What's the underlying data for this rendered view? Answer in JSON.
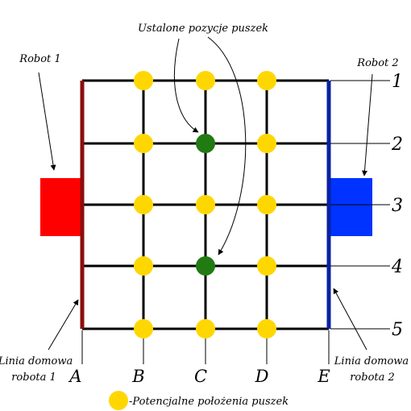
{
  "labels": {
    "fixed_positions": "Ustalone pozycje puszek",
    "robot1": "Robot 1",
    "robot2": "Robot 2",
    "home_line_1_a": "Linia domowa",
    "home_line_1_b": "robota 1",
    "home_line_2_a": "Linia domowa",
    "home_line_2_b": "robota 2",
    "legend": "-Potencjalne położenia puszek"
  },
  "columns": [
    "A",
    "B",
    "C",
    "D",
    "E"
  ],
  "rows": [
    "1",
    "2",
    "3",
    "4",
    "5"
  ],
  "colors": {
    "grid": "#000000",
    "can_potential": "#ffd700",
    "can_fixed": "#217a12",
    "robot1": "#ff0000",
    "robot2": "#0033ff",
    "home_line_1": "#8b0d0d",
    "home_line_2": "#0a22a0"
  },
  "cans": [
    {
      "col": "B",
      "row": "1",
      "kind": "potential"
    },
    {
      "col": "C",
      "row": "1",
      "kind": "potential"
    },
    {
      "col": "D",
      "row": "1",
      "kind": "potential"
    },
    {
      "col": "B",
      "row": "2",
      "kind": "potential"
    },
    {
      "col": "C",
      "row": "2",
      "kind": "fixed"
    },
    {
      "col": "D",
      "row": "2",
      "kind": "potential"
    },
    {
      "col": "B",
      "row": "3",
      "kind": "potential"
    },
    {
      "col": "C",
      "row": "3",
      "kind": "potential"
    },
    {
      "col": "D",
      "row": "3",
      "kind": "potential"
    },
    {
      "col": "B",
      "row": "4",
      "kind": "potential"
    },
    {
      "col": "C",
      "row": "4",
      "kind": "fixed"
    },
    {
      "col": "D",
      "row": "4",
      "kind": "potential"
    },
    {
      "col": "B",
      "row": "5",
      "kind": "potential"
    },
    {
      "col": "C",
      "row": "5",
      "kind": "potential"
    },
    {
      "col": "D",
      "row": "5",
      "kind": "potential"
    }
  ]
}
